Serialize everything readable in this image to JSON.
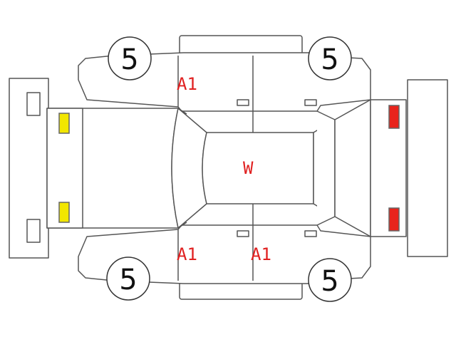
{
  "wheels": {
    "front_left_grade": "5",
    "front_right_grade": "5",
    "rear_left_grade": "5",
    "rear_right_grade": "5"
  },
  "damage_marks": {
    "left_front_door": "A1",
    "right_front_door": "A1",
    "right_rear_door": "A1",
    "roof": "W"
  },
  "colors": {
    "outline": "#555555",
    "headlight": "#f2e600",
    "taillight": "#e8241c",
    "mark_text": "#e02020"
  }
}
